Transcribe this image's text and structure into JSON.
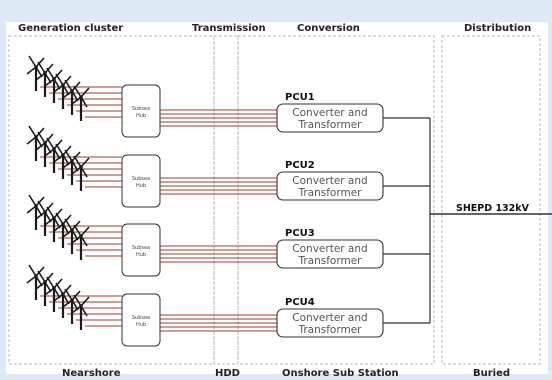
{
  "headers": {
    "generation": "Generation cluster",
    "transmission": "Transmission",
    "conversion": "Conversion",
    "distribution": "Distribution"
  },
  "footers": {
    "nearshore": "Nearshore",
    "hdd": "HDD",
    "onshore": "Onshore Sub Station",
    "buried": "Buried"
  },
  "hubs": [
    {
      "line1": "Subsea",
      "line2": "Hub"
    },
    {
      "line1": "Subsea",
      "line2": "Hub"
    },
    {
      "line1": "Subsea",
      "line2": "Hub"
    },
    {
      "line1": "Subsea",
      "line2": "Hub"
    }
  ],
  "pcus": [
    {
      "label": "PCU1",
      "line1": "Converter and",
      "line2": "Transformer"
    },
    {
      "label": "PCU2",
      "line1": "Converter and",
      "line2": "Transformer"
    },
    {
      "label": "PCU3",
      "line1": "Converter and",
      "line2": "Transformer"
    },
    {
      "label": "PCU4",
      "line1": "Converter and",
      "line2": "Transformer"
    }
  ],
  "grid_label": "SHEPD 132kV",
  "colors": {
    "frame": "#dde9f5",
    "cable": "#a33a2a",
    "bus": "#333333",
    "turbine": "#1a1a1a"
  }
}
